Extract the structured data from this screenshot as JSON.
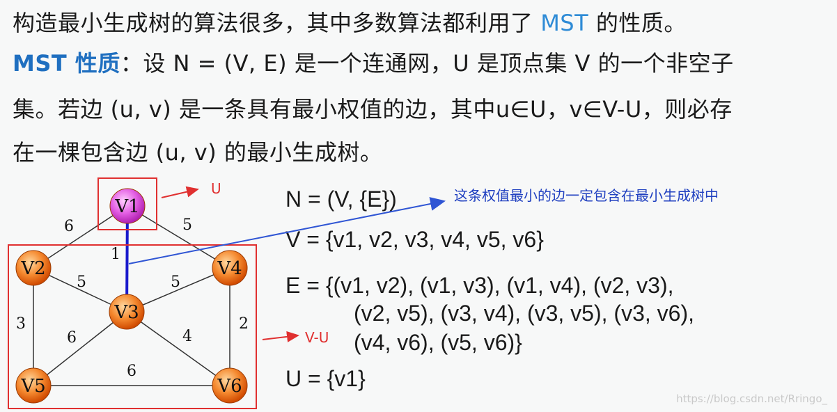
{
  "text": {
    "line1_a": "构造最小生成树的算法很多，其中多数算法都利用了",
    "line1_mst": "MST",
    "line1_b": "的性质。",
    "line2_title": "MST 性质",
    "line2_b": "：设 N = (V, E)  是一个连通网，U 是顶点集 V 的一个非空子",
    "line3": "集。若边 (u, v) 是一条具有最小权值的边，其中u∈U，v∈V-U，则必存",
    "line4": "在一棵包含边 (u, v) 的最小生成树。"
  },
  "math": {
    "n_def": "N = (V, {E})",
    "v_def": "V = {v1, v2, v3, v4, v5, v6}",
    "e_def_1": "E = {(v1, v2), (v1, v3), (v1, v4), (v2, v3),",
    "e_def_2": "(v2, v5), (v3, v4), (v3, v5), (v3, v6),",
    "e_def_3": "(v4, v6), (v5, v6)}",
    "u_def": "U = {v1}"
  },
  "annotations": {
    "u_label": "U",
    "vu_label": "V-U",
    "min_edge_note": "这条权值最小的边一定包含在最小生成树中"
  },
  "graph": {
    "nodes": [
      {
        "id": "v1",
        "label": "V1",
        "color": "#e060e0"
      },
      {
        "id": "v2",
        "label": "V2",
        "color": "#f07020"
      },
      {
        "id": "v3",
        "label": "V3",
        "color": "#f07020"
      },
      {
        "id": "v4",
        "label": "V4",
        "color": "#f07020"
      },
      {
        "id": "v5",
        "label": "V5",
        "color": "#f07020"
      },
      {
        "id": "v6",
        "label": "V6",
        "color": "#f07020"
      }
    ],
    "edges": [
      {
        "from": "v1",
        "to": "v2",
        "weight": "6"
      },
      {
        "from": "v1",
        "to": "v3",
        "weight": "1",
        "highlight": true
      },
      {
        "from": "v1",
        "to": "v4",
        "weight": "5"
      },
      {
        "from": "v2",
        "to": "v3",
        "weight": "5"
      },
      {
        "from": "v2",
        "to": "v5",
        "weight": "3"
      },
      {
        "from": "v3",
        "to": "v4",
        "weight": "5"
      },
      {
        "from": "v3",
        "to": "v5",
        "weight": "6"
      },
      {
        "from": "v3",
        "to": "v6",
        "weight": "4"
      },
      {
        "from": "v4",
        "to": "v6",
        "weight": "2"
      },
      {
        "from": "v5",
        "to": "v6",
        "weight": "6"
      }
    ]
  },
  "colors": {
    "highlight_edge": "#1a1acc",
    "box": "#e03030",
    "arrow_blue": "#2f55d4",
    "note_blue": "#2040c0"
  },
  "watermark": "https://blog.csdn.net/Rringo_"
}
